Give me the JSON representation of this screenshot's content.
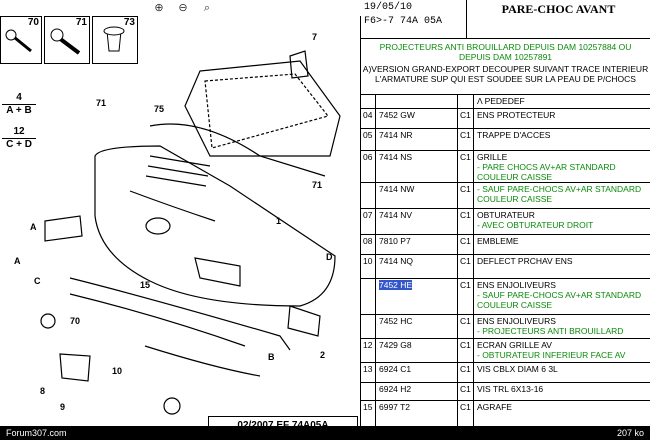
{
  "toolbar": {
    "zoom_in": "⊕",
    "zoom_out": "⊖",
    "zoom_fit": "⌕"
  },
  "fasteners": [
    {
      "num": "70"
    },
    {
      "num": "71"
    },
    {
      "num": "73"
    }
  ],
  "fractions": [
    "4",
    "A + B",
    "12",
    "C + D"
  ],
  "callouts": [
    "7",
    "71",
    "75",
    "71",
    "1",
    "A",
    "A",
    "C",
    "D",
    "15",
    "70",
    "10",
    "8",
    "B",
    "9",
    "2"
  ],
  "stamp": "02/2007  EF 74A05A",
  "header": {
    "date": "19/05/10",
    "ref": "F6>-7 74A 05A",
    "title": "PARE-CHOC AVANT"
  },
  "notes": {
    "green1": "PROJECTEURS ANTI BROUILLARD DEPUIS DAM 10257884 OU",
    "green2": "DEPUIS DAM 10257891",
    "black1": "A)VERSION GRAND-EXPORT DECOUPER SUIVANT TRACE INTERIEUR",
    "black2": "L'ARMATURE SUP QUI EST SOUDEE SUR LA PEAU DE P/CHOCS"
  },
  "rows": [
    {
      "n": "",
      "ref": "",
      "q": "",
      "d": "Λ PEDEDEF",
      "dg": ""
    },
    {
      "n": "04",
      "ref": "7452 GW",
      "q": "C1",
      "d": "ENS PROTECTEUR",
      "dg": ""
    },
    {
      "n": "05",
      "ref": "7414 NR",
      "q": "C1",
      "d": "TRAPPE D'ACCES",
      "dg": ""
    },
    {
      "n": "06",
      "ref": "7414 NS",
      "q": "C1",
      "d": "GRILLE",
      "dg": "- PARE CHOCS AV+AR STANDARD COULEUR CAISSE"
    },
    {
      "n": "",
      "ref": "7414 NW",
      "q": "C1",
      "d": "",
      "dg": "- SAUF PARE-CHOCS AV+AR STANDARD COULEUR CAISSE"
    },
    {
      "n": "07",
      "ref": "7414 NV",
      "q": "C1",
      "d": "OBTURATEUR",
      "dg": "- AVEC OBTURATEUR DROIT"
    },
    {
      "n": "08",
      "ref": "7810 P7",
      "q": "C1",
      "d": "EMBLEME",
      "dg": ""
    },
    {
      "n": "10",
      "ref": "7414 NQ",
      "q": "C1",
      "d": "DEFLECT PRCHAV ENS",
      "dg": ""
    },
    {
      "n": "",
      "ref": "7452 HE",
      "q": "C1",
      "d": "ENS ENJOLIVEURS",
      "dg": "- SAUF PARE-CHOCS AV+AR STANDARD COULEUR CAISSE"
    },
    {
      "n": "",
      "ref": "7452 HC",
      "q": "C1",
      "d": "ENS ENJOLIVEURS",
      "dg": "- PROJECTEURS ANTI BROUILLARD"
    },
    {
      "n": "12",
      "ref": "7429 G8",
      "q": "C1",
      "d": "ECRAN GRILLE AV",
      "dg": "- OBTURATEUR INFERIEUR FACE AV"
    },
    {
      "n": "13",
      "ref": "6924 C1",
      "q": "C1",
      "d": "VIS CBLX DIAM 6 3L",
      "dg": ""
    },
    {
      "n": "",
      "ref": "6924 H2",
      "q": "C1",
      "d": "VIS TRL 6X13-16",
      "dg": ""
    },
    {
      "n": "15",
      "ref": "6997 T2",
      "q": "C1",
      "d": "AGRAFE",
      "dg": ""
    }
  ],
  "status": {
    "left": "Forum307.com",
    "right": "207 ko"
  },
  "colors": {
    "green": "#0a8a0a",
    "selected": "#3355cc"
  }
}
